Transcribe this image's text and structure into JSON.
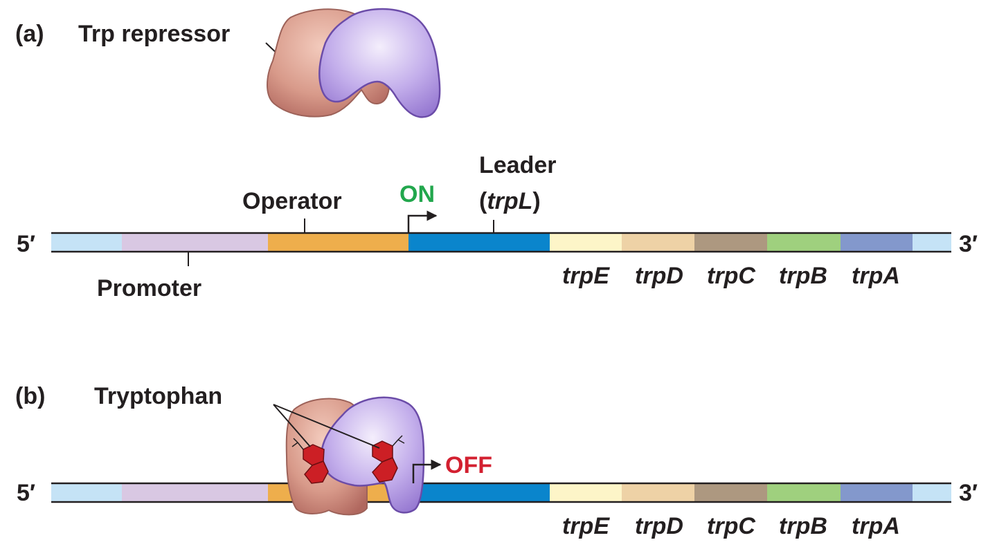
{
  "panel_a": {
    "letter": "(a)",
    "repressor_label": "Trp repressor",
    "operator_label": "Operator",
    "on_label": "ON",
    "leader_label": "Leader",
    "leader_gene_open": "(",
    "leader_gene": "trpL",
    "leader_gene_close": ")",
    "promoter_label": "Promoter",
    "five_prime": "5′",
    "three_prime": "3′",
    "genes": [
      "trpE",
      "trpD",
      "trpC",
      "trpB",
      "trpA"
    ]
  },
  "panel_b": {
    "letter": "(b)",
    "tryptophan_label": "Tryptophan",
    "off_label": "OFF",
    "five_prime": "5′",
    "three_prime": "3′",
    "genes": [
      "trpE",
      "trpD",
      "trpC",
      "trpB",
      "trpA"
    ]
  },
  "colors": {
    "end_segment": "#c5e3f6",
    "promoter": "#d9c8e3",
    "operator": "#eeae4c",
    "leader": "#0a85cc",
    "trpE": "#fdf5c8",
    "trpD": "#eed2a6",
    "trpC": "#ad9880",
    "trpB": "#9fd07e",
    "trpA": "#8398cc",
    "on": "#22a74d",
    "off": "#d32030",
    "tryptophan": "#cc1f25",
    "repressor_left": "#d89a8a",
    "repressor_right": "#b39ae2"
  }
}
